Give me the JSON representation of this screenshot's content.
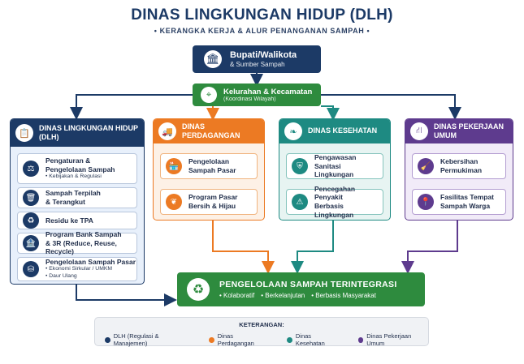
{
  "header": {
    "title": "DINAS LINGKUNGAN HIDUP (DLH)",
    "subtitle": "• KERANGKA KERJA & ALUR PENANGANAN SAMPAH •"
  },
  "top": {
    "title": "Bupati/Walikota",
    "sub": "& Sumber Sampah",
    "icon": "government-building-icon"
  },
  "kelurahan": {
    "title": "Kelurahan & Kecamatan",
    "sub": "(Koordinasi Wilayah)",
    "icon": "map-pin-icon"
  },
  "depts": {
    "dlh": {
      "title_line1": "DINAS LINGKUNGAN HIDUP",
      "title_line2": "(DLH)",
      "color": "#1c3a66",
      "items": [
        {
          "title": "Pengaturan &",
          "title2": "Pengelolaan Sampah",
          "sub": "• Kebijakan & Regulasi"
        },
        {
          "title": "Sampah Terpilah",
          "title2": "& Terangkut"
        },
        {
          "title": "Residu ke TPA"
        },
        {
          "title": "Program Bank Sampah",
          "title2": "& 3R (Reduce, Reuse, Recycle)"
        },
        {
          "title": "Pengelolaan Sampah Pasar",
          "sub": "• Ekonomi Sirkular / UMKM",
          "sub2": "• Daur Ulang"
        }
      ]
    },
    "dag": {
      "title": "DINAS PERDAGANGAN",
      "color": "#ec7a23",
      "items": [
        {
          "title": "Pengelolaan",
          "title2": "Sampah Pasar"
        },
        {
          "title": "Program Pasar",
          "title2": "Bersih & Hijau"
        }
      ]
    },
    "kes": {
      "title": "DINAS KESEHATAN",
      "color": "#1e8a82",
      "items": [
        {
          "title": "Pengawasan Sanitasi",
          "title2": "Lingkungan"
        },
        {
          "title": "Pencegahan Penyakit",
          "title2": "Berbasis Lingkungan"
        }
      ]
    },
    "pu": {
      "title": "DINAS PEKERJAAN UMUM",
      "color": "#5e3b8e",
      "items": [
        {
          "title": "Kebersihan",
          "title2": "Permukiman"
        },
        {
          "title": "Fasilitas Tempat",
          "title2": "Sampah Warga"
        }
      ]
    }
  },
  "final": {
    "title": "PENGELOLAAN SAMPAH TERINTEGRASI",
    "tags": [
      "• Kolaboratif",
      "• Berkelanjutan",
      "• Berbasis Masyarakat"
    ]
  },
  "legend": {
    "title": "KETERANGAN:",
    "items": [
      {
        "label": "DLH (Regulasi & Manajemen)",
        "color": "#1c3a66"
      },
      {
        "label": "Dinas Perdagangan",
        "color": "#ec7a23"
      },
      {
        "label": "Dinas Kesehatan",
        "color": "#1e8a82"
      },
      {
        "label": "Dinas Pekerjaan Umum",
        "color": "#5e3b8e"
      }
    ]
  }
}
